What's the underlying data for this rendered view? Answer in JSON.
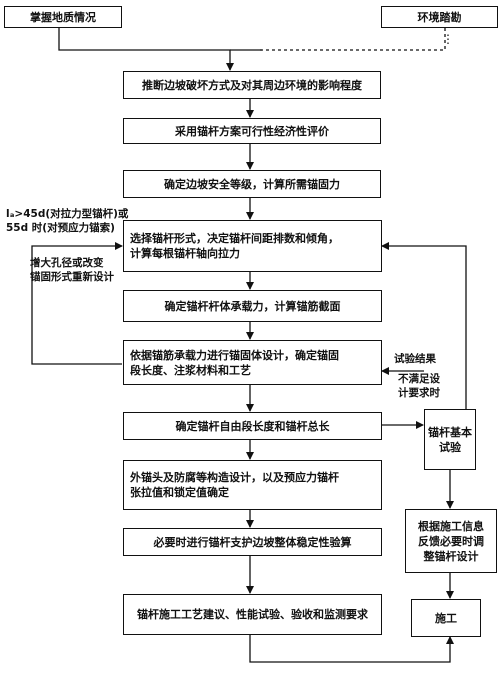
{
  "top_left": "掌握地质情况",
  "top_right": "环境踏勘",
  "step1": "推断边坡破坏方式及对其周边环境的影响程度",
  "step2": "采用锚杆方案可行性经济性评价",
  "step3": "确定边坡安全等级，计算所需锚固力",
  "step4_line1": "选择锚杆形式，决定锚杆间距排数和倾角，",
  "step4_line2": "计算每根锚杆轴向拉力",
  "step5": "确定锚杆杆体承载力，计算锚筋截面",
  "step6_line1": "依据锚筋承载力进行锚固体设计，确定锚固",
  "step6_line2": "段长度、注浆材料和工艺",
  "step7": "确定锚杆自由段长度和锚杆总长",
  "step8_line1": "外锚头及防腐等构造设计，以及预应力锚杆",
  "step8_line2": "张拉值和锁定值确定",
  "step9": "必要时进行锚杆支护边坡整体稳定性验算",
  "step10": "锚杆施工工艺建议、性能试验、验收和监测要求",
  "cond_line1": "lₐ>45d(对拉力型锚杆)或",
  "cond_line2": "55d 时(对预应力锚索)",
  "redesign_line1": "增大孔径或改变",
  "redesign_line2": "锚固形式重新设计",
  "test_result": "试验结果",
  "unmet_line1": "不满足设",
  "unmet_line2": "计要求时",
  "basic_test_line1": "锚杆基本",
  "basic_test_line2": "试验",
  "feedback_line1": "根据施工信息",
  "feedback_line2": "反馈必要时调",
  "feedback_line3": "整锚杆设计",
  "construction": "施工"
}
